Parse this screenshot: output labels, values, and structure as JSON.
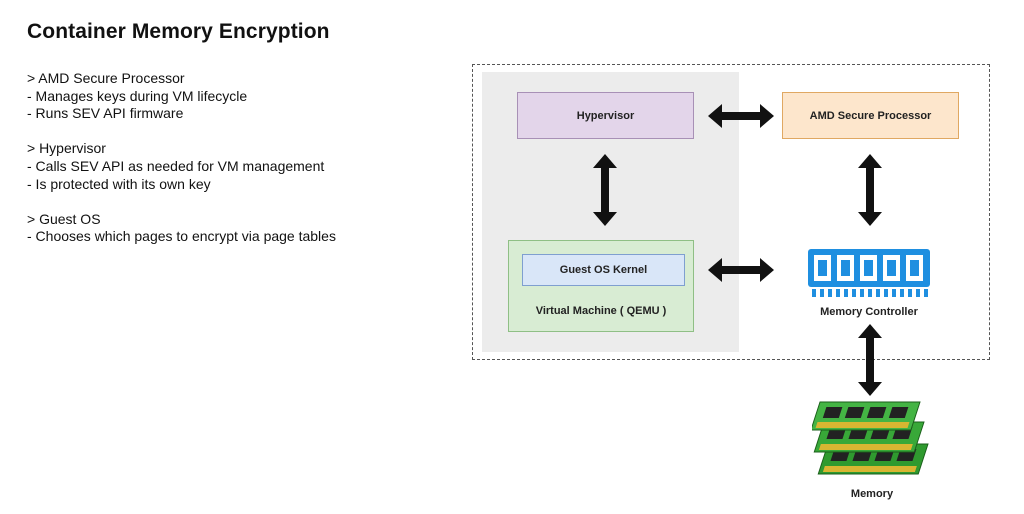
{
  "title": "Container Memory Encryption",
  "notes": [
    {
      "lines": [
        "> AMD Secure Processor",
        "- Manages keys during VM lifecycle",
        "- Runs SEV API firmware"
      ]
    },
    {
      "lines": [
        "> Hypervisor",
        "- Calls SEV API as needed for VM management",
        "- Is protected with its own key"
      ]
    },
    {
      "lines": [
        "> Guest OS",
        "- Chooses which pages to encrypt via page tables"
      ]
    }
  ],
  "diagram": {
    "hypervisor": "Hypervisor",
    "amd_secure_processor": "AMD Secure Processor",
    "guest_os_kernel": "Guest OS Kernel",
    "virtual_machine": "Virtual Machine ( QEMU )",
    "memory_controller": "Memory Controller",
    "memory": "Memory"
  },
  "colors": {
    "hypervisor_fill": "#e3d5ea",
    "amd_fill": "#fde6cc",
    "vm_fill": "#d8ecd3",
    "kernel_fill": "#d9e6f8",
    "memory_controller_icon": "#1f8fe0",
    "memory_module": "#2f9a2f"
  },
  "icons": [
    "memory-controller-icon",
    "memory-module-icon"
  ]
}
